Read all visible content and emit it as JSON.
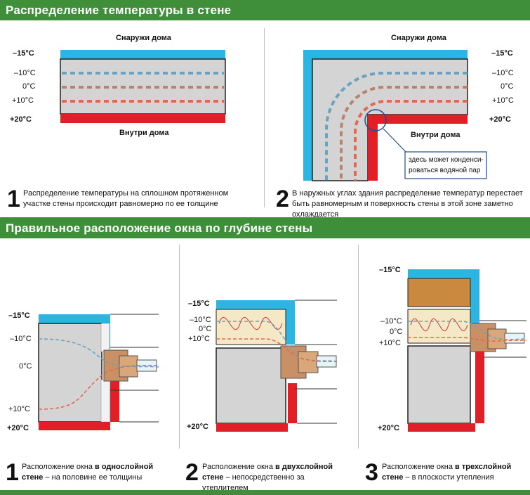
{
  "section1": {
    "title": "Распределение температуры в стене",
    "panel1": {
      "outside": "Снаружи дома",
      "inside": "Внутри дома",
      "temps": [
        "–15°C",
        "–10°C",
        "0°C",
        "+10°C",
        "+20°C"
      ],
      "number": "1",
      "caption": "Распределение температуры на сплошном протяженном участке стены происходит равномерно по ее толщине"
    },
    "panel2": {
      "outside": "Снаружи дома",
      "inside": "Внутри дома",
      "temps": [
        "–15°C",
        "–10°C",
        "0°C",
        "+10°C",
        "+20°C"
      ],
      "callout": "здесь может конденси-ровать­ся водяной пар",
      "callout_lines": [
        "здесь может конденси-",
        "роваться водяной пар"
      ],
      "number": "2",
      "caption": "В наружных углах здания распределение температур перестает быть равномерным и поверхность стены в этой зоне заметно охлаждается"
    }
  },
  "section2": {
    "title": "Правильное расположение окна по глубине стены",
    "panels": [
      {
        "temps": [
          "–15°C",
          "–10°C",
          "0°C",
          "+10°C",
          "+20°C"
        ],
        "number": "1",
        "caption_pre": "Расположение окна ",
        "caption_bold": "в однослойной стене",
        "caption_post": " – на половине ее толщины"
      },
      {
        "temps": [
          "–15°C",
          "–10°C",
          "0°C",
          "+10°C",
          "+20°C"
        ],
        "number": "2",
        "caption_pre": "Расположение окна ",
        "caption_bold": "в двухслойной стене",
        "caption_post": " – непосредственно за утеплителем"
      },
      {
        "temps": [
          "–15°C",
          "–10°C",
          "0°C",
          "+10°C",
          "+20°C"
        ],
        "number": "3",
        "caption_pre": "Расположение окна ",
        "caption_bold": "в трехслойной стене",
        "caption_post": " – в плоскости утепления"
      }
    ]
  },
  "colors": {
    "green_band": "#3f8f3a",
    "cold_blue": "#2bb5e0",
    "warm_red": "#e21f26",
    "wall_gray": "#d4d4d4",
    "line_minus10": "#6aa2c2",
    "line_zero": "#b9826b",
    "line_plus10": "#e06a50",
    "insulation": "#f4e8c6",
    "brick": "#c98a3f",
    "window_frame": "#c89064"
  }
}
